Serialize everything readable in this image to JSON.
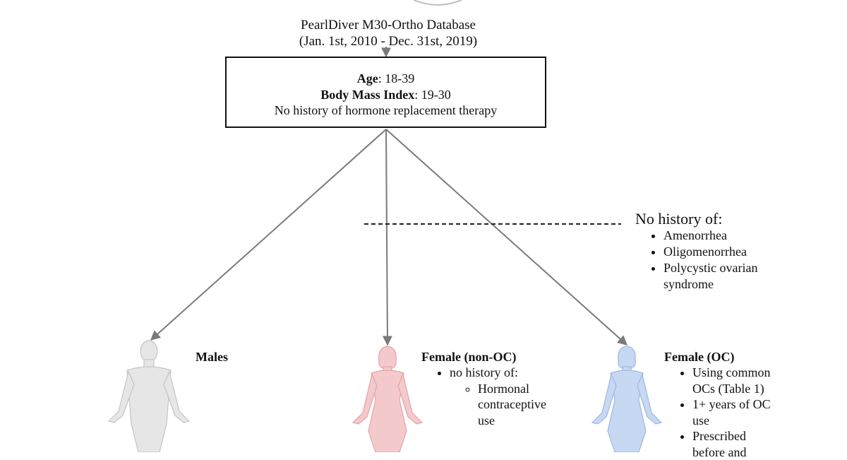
{
  "database": {
    "line1": "PearlDiver M30-Ortho Database",
    "line2": "(Jan. 1st, 2010 - Dec. 31st, 2019)"
  },
  "criteria": {
    "age_label": "Age",
    "age_value": ": 18-39",
    "bmi_label": "Body Mass Index",
    "bmi_value": ": 19-30",
    "hormone": "No history of hormone replacement therapy"
  },
  "exclusion": {
    "heading": "No history of:",
    "items": [
      "Amenorrhea",
      "Oligomenorrhea",
      "Polycystic ovarian syndrome"
    ]
  },
  "groups": {
    "males": {
      "title": "Males"
    },
    "female_non_oc": {
      "title": "Female (non-OC)",
      "item": "no history of:",
      "subitem": "Hormonal contraceptive use"
    },
    "female_oc": {
      "title": "Female (OC)",
      "items": [
        "Using common OCs (Table 1)",
        "1+ years of OC use",
        "Prescribed before and"
      ]
    }
  },
  "colors": {
    "arrow": "#7a7a7a",
    "male_figure": "#e6e6e6",
    "female_non_oc_figure": "#f4c9cc",
    "female_oc_figure": "#c6d8f2"
  }
}
